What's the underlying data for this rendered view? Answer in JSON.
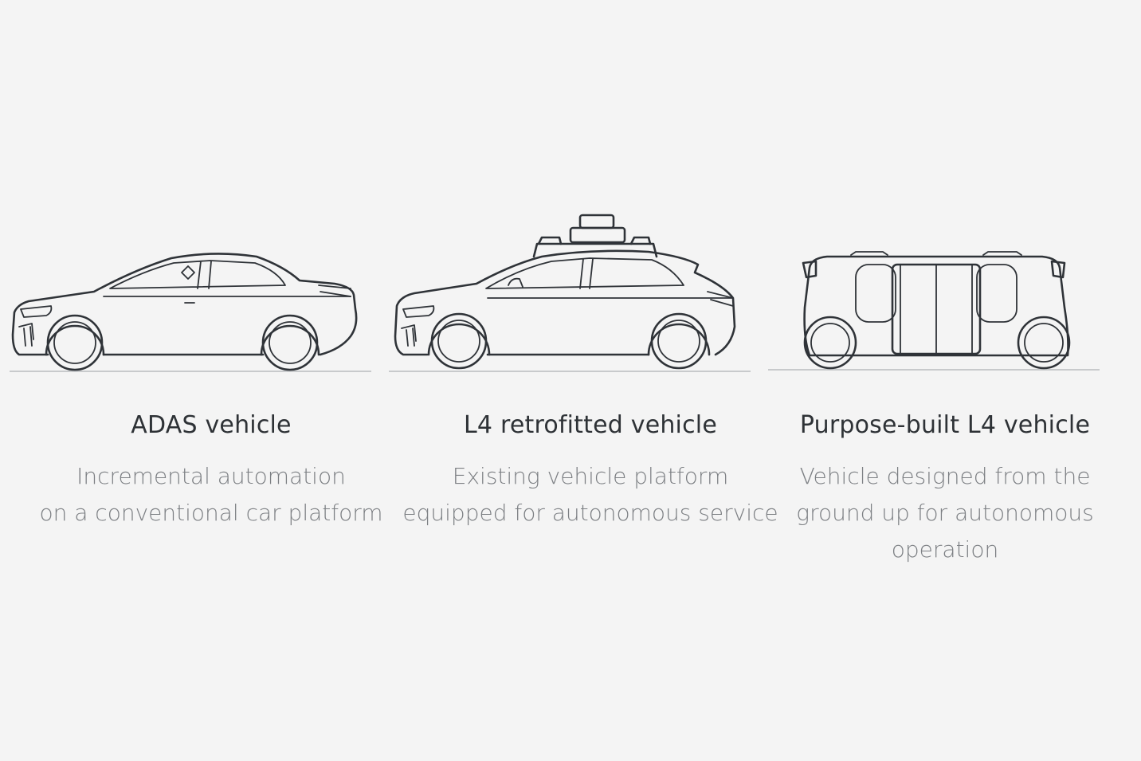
{
  "vehicles": [
    {
      "title": "ADAS vehicle",
      "description_lines": [
        "Incremental automation",
        "on a conventional car platform"
      ],
      "icon": "sedan-icon"
    },
    {
      "title": "L4 retrofitted vehicle",
      "description_lines": [
        "Existing vehicle platform",
        "equipped for autonomous service"
      ],
      "icon": "retrofitted-suv-with-roof-sensor-icon"
    },
    {
      "title": "Purpose-built L4 vehicle",
      "description_lines": [
        "Vehicle designed from the",
        "ground up for autonomous",
        "operation"
      ],
      "icon": "purpose-built-shuttle-icon"
    }
  ],
  "colors": {
    "background": "#f4f4f4",
    "line_art": "#2f3338",
    "title_text": "#2e3236",
    "description_text": "#7c7f83",
    "ground_line": "#b9bcbf"
  }
}
